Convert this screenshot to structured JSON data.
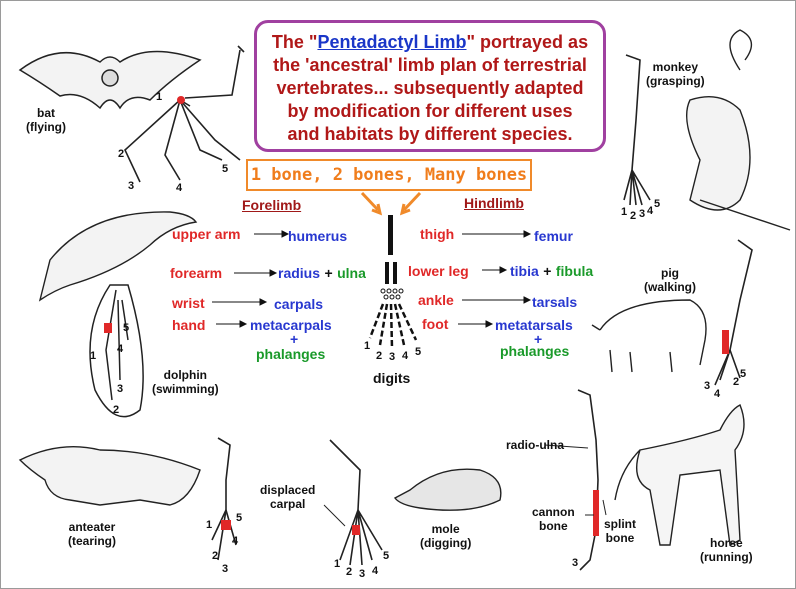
{
  "title": {
    "prefix": "The \"",
    "link": "Pentadactyl Limb",
    "line1_suffix": "\" portrayed as",
    "line2": "the 'ancestral' limb plan of terrestrial",
    "line3": "vertebrates... subsequently adapted",
    "line4": "by modification for different uses",
    "line5": "and habitats by different species."
  },
  "bones_banner": "1 bone, 2 bones, Many bones",
  "headers": {
    "forelimb": "Forelimb",
    "hindlimb": "Hindlimb"
  },
  "forelimb": {
    "upper_arm": "upper arm",
    "humerus": "humerus",
    "forearm": "forearm",
    "radius": "radius",
    "plus": "+",
    "ulna": "ulna",
    "wrist": "wrist",
    "carpals": "carpals",
    "hand": "hand",
    "metacarpals": "metacarpals",
    "plus2": "+",
    "phalanges": "phalanges"
  },
  "hindlimb": {
    "thigh": "thigh",
    "femur": "femur",
    "lower_leg": "lower leg",
    "tibia": "tibia",
    "plus": "+",
    "fibula": "fibula",
    "ankle": "ankle",
    "tarsals": "tarsals",
    "foot": "foot",
    "metatarsals": "metatarsals",
    "plus2": "+",
    "phalanges": "phalanges"
  },
  "central": {
    "digits": "digits",
    "nums": [
      "1",
      "2",
      "3",
      "4",
      "5"
    ]
  },
  "animals": {
    "bat": {
      "name": "bat",
      "use": "(flying)",
      "nums": [
        "1",
        "2",
        "3",
        "4",
        "5"
      ]
    },
    "monkey": {
      "name": "monkey",
      "use": "(grasping)",
      "nums": [
        "1",
        "2",
        "3",
        "4",
        "5"
      ]
    },
    "dolphin": {
      "name": "dolphin",
      "use": "(swimming)",
      "nums": [
        "1",
        "2",
        "3",
        "4",
        "5"
      ]
    },
    "pig": {
      "name": "pig",
      "use": "(walking)",
      "nums": [
        "2",
        "3",
        "4",
        "5"
      ]
    },
    "anteater": {
      "name": "anteater",
      "use": "(tearing)",
      "nums": [
        "1",
        "2",
        "3",
        "4",
        "5"
      ]
    },
    "mole": {
      "name": "mole",
      "use": "(digging)",
      "nums": [
        "1",
        "2",
        "3",
        "4",
        "5"
      ]
    },
    "horse": {
      "name": "horse",
      "use": "(running)",
      "nums": [
        "3"
      ]
    }
  },
  "labels": {
    "displaced": "displaced",
    "carpal": "carpal",
    "radio_ulna": "radio-ulna",
    "cannon": "cannon",
    "bone1": "bone",
    "splint": "splint",
    "bone2": "bone"
  },
  "colors": {
    "title": "#b01818",
    "frame": "#a040a0",
    "banner": "#f07d1c",
    "red": "#e02828",
    "blue": "#2838d0",
    "green": "#1a9a2a",
    "arrow": "#f08a2a"
  }
}
